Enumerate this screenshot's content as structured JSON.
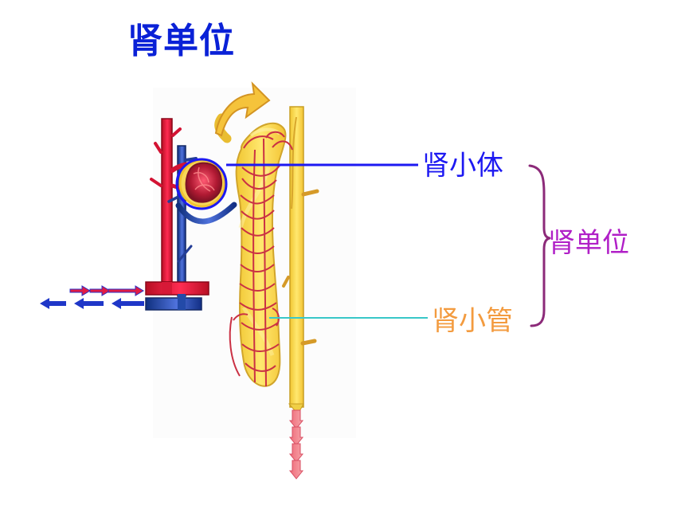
{
  "title": "肾单位",
  "labels": {
    "renal_corpuscle": "肾小体",
    "renal_tubule": "肾小管",
    "nephron": "肾单位"
  },
  "colors": {
    "title": "#0a21d7",
    "renal_corpuscle": "#1d19f2",
    "renal_tubule": "#f39b3f",
    "nephron": "#b01fc7",
    "artery": "#df163a",
    "vein": "#2c4cc3",
    "tubule": "#f2da4f"
  },
  "icons": {
    "flow_arrow": "curved-arrow-icon",
    "blood_flow": "arrow-icon"
  }
}
